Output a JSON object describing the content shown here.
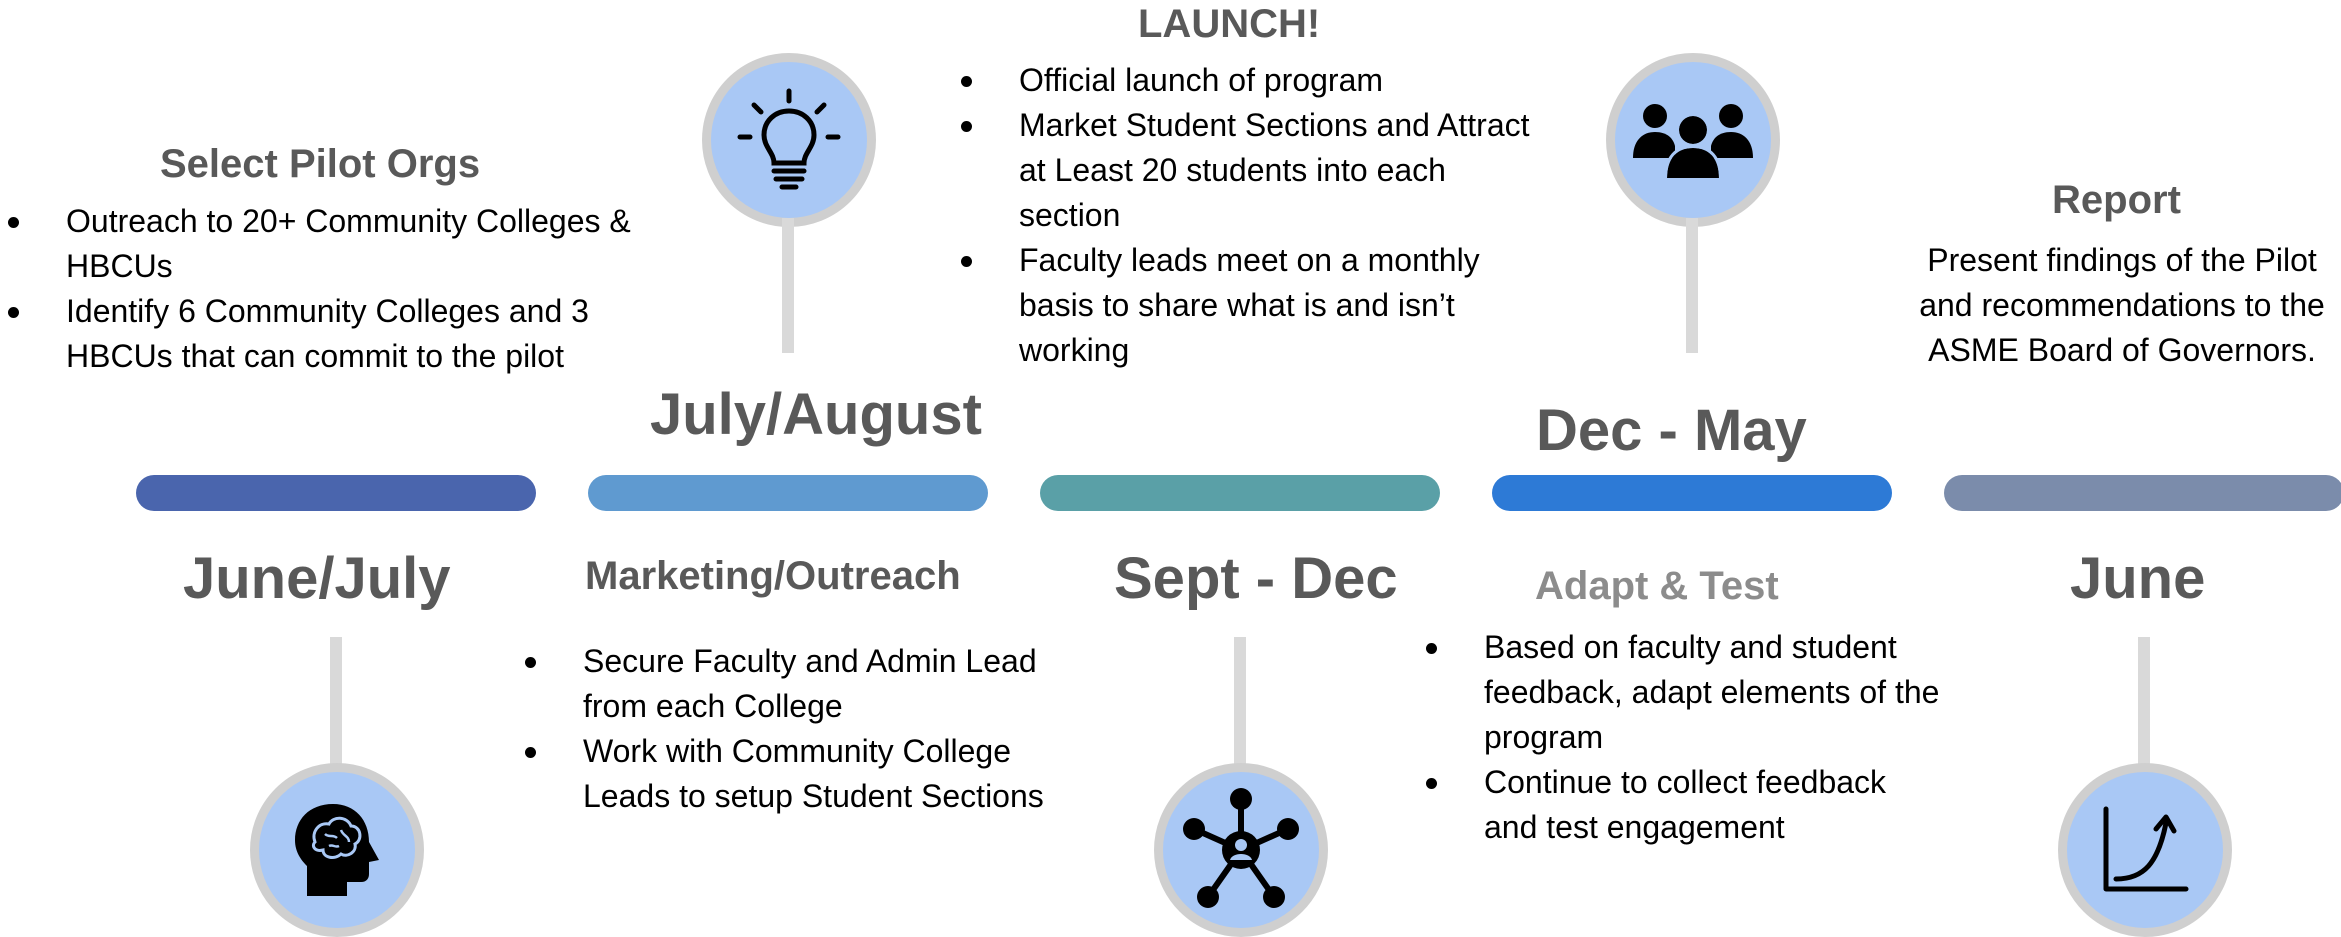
{
  "colors": {
    "bar1": "#4a65ad",
    "bar2": "#5f9ad0",
    "bar3": "#5aa0a7",
    "bar4": "#2d7ad6",
    "bar5": "#7b8cab",
    "date_text": "#595959",
    "heading_dark": "#595959",
    "heading_light": "#8c8c8c",
    "circle_fill": "#a9c8f5",
    "circle_ring": "#cfcfcf",
    "stem": "#d9d9d9"
  },
  "phases": [
    {
      "date": "June/July",
      "heading": "Select Pilot Orgs",
      "bullets": [
        "Outreach to 20+ Community Colleges & HBCUs",
        "Identify 6 Community Colleges and 3 HBCUs that can commit to the pilot"
      ],
      "icon": "brain-head-icon"
    },
    {
      "date": "July/August",
      "heading": "Marketing/Outreach",
      "bullets": [
        "Secure Faculty and Admin Lead from each College",
        "Work with Community College Leads to setup Student Sections"
      ],
      "icon": "lightbulb-icon"
    },
    {
      "date": "Sept - Dec",
      "heading": "LAUNCH!",
      "bullets": [
        "Official launch of program",
        "Market Student Sections and Attract at Least 20 students into each section",
        "Faculty leads meet on a monthly basis to share what is and isn’t working"
      ],
      "icon": "network-hub-icon"
    },
    {
      "date": "Dec - May",
      "heading": "Adapt & Test",
      "bullets": [
        "Based on faculty and student feedback, adapt elements of the program",
        "Continue to collect feedback and test engagement"
      ],
      "icon": "people-group-icon"
    },
    {
      "date": "June",
      "heading": "Report",
      "text": "Present findings of the Pilot and recommendations to the ASME Board of Governors.",
      "icon": "growth-chart-icon"
    }
  ]
}
